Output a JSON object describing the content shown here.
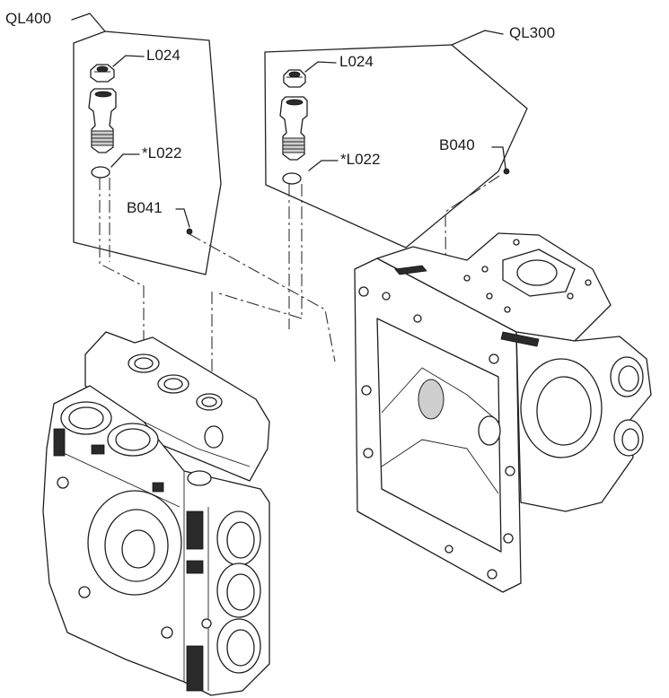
{
  "diagram": {
    "labels": {
      "ql400": "QL400",
      "ql300": "QL300",
      "l024_left": "L024",
      "l024_right": "L024",
      "l022_left": "*L022",
      "l022_right": "*L022",
      "b041": "B041",
      "b040": "B040"
    }
  }
}
